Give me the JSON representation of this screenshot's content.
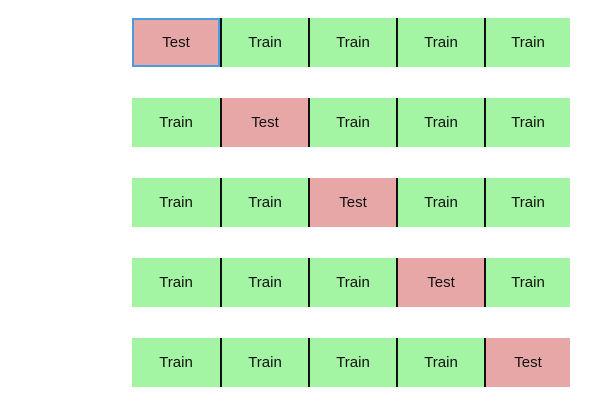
{
  "legend": {
    "train_color": "#a3f5a3",
    "test_color": "#e8a7a7"
  },
  "rows": [
    {
      "cells": [
        "Test",
        "Train",
        "Train",
        "Train",
        "Train"
      ]
    },
    {
      "cells": [
        "Train",
        "Test",
        "Train",
        "Train",
        "Train"
      ]
    },
    {
      "cells": [
        "Train",
        "Train",
        "Test",
        "Train",
        "Train"
      ]
    },
    {
      "cells": [
        "Train",
        "Train",
        "Train",
        "Test",
        "Train"
      ]
    },
    {
      "cells": [
        "Train",
        "Train",
        "Train",
        "Train",
        "Test"
      ]
    }
  ]
}
